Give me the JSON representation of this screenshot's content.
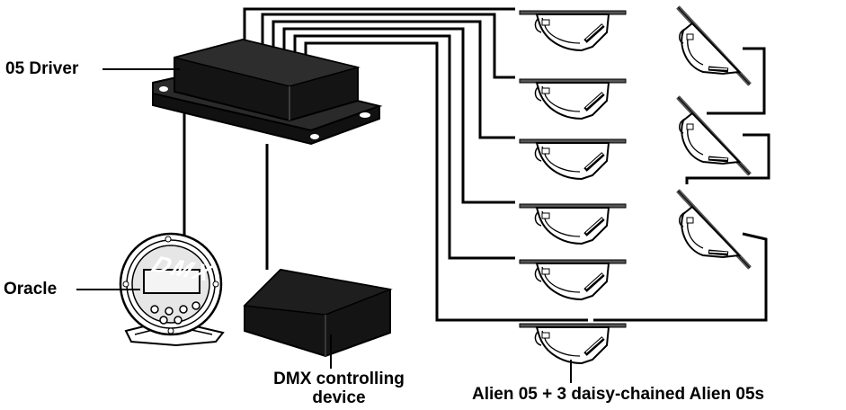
{
  "labels": {
    "driver": "05 Driver",
    "oracle": "Oracle",
    "dmx_line1": "DMX controlling",
    "dmx_line2": "device",
    "alien": "Alien 05 + 3 daisy-chained Alien 05s"
  },
  "dmx_box_text": "DMX",
  "colors": {
    "ink": "#000000",
    "box": "#141414",
    "fixture_fill": "#ffffff",
    "screen": "#f4f4f4",
    "plate": "#555555"
  }
}
